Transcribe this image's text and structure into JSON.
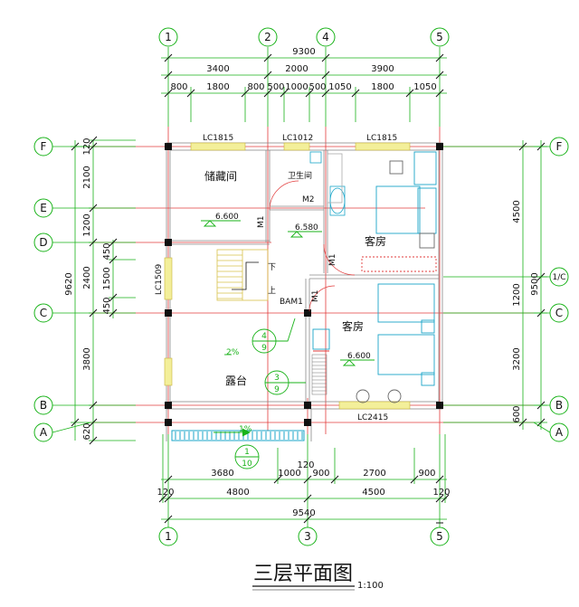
{
  "drawing": {
    "title": "三层平面图",
    "scale": "1:100"
  },
  "axes": {
    "top": [
      "1",
      "2",
      "4",
      "5"
    ],
    "bottom": [
      "1",
      "3",
      "5"
    ],
    "left": [
      "F",
      "E",
      "D",
      "C",
      "B",
      "A"
    ],
    "right": [
      "F",
      "1/C",
      "C",
      "B",
      "A"
    ]
  },
  "dimensions": {
    "top_total": "9300",
    "top_mid": [
      "3400",
      "2000",
      "3900"
    ],
    "top_detail": [
      "800",
      "1800",
      "800",
      "500",
      "1000",
      "500",
      "1050",
      "1800",
      "1050"
    ],
    "bottom_detail": [
      "3680",
      "1000",
      "900",
      "2700",
      "900"
    ],
    "bottom_mid": [
      "120",
      "4800",
      "4500",
      "120"
    ],
    "bottom_total": "9540",
    "bottom_small": "120",
    "left_detail": [
      "120",
      "2100",
      "1200",
      "450",
      "1500",
      "450",
      "3800",
      "620"
    ],
    "left_mid": [
      "2400"
    ],
    "left_total": "9620",
    "right_detail": [
      "4500",
      "1200",
      "3200",
      "600"
    ],
    "right_total": "9500"
  },
  "rooms": {
    "storage": "储藏间",
    "wc": "卫生间",
    "guest_1": "客房",
    "guest_2": "客房",
    "terrace": "露台"
  },
  "windows": {
    "w1": "LC1815",
    "w2": "LC1012",
    "w3": "LC1815",
    "w4": "LC1509",
    "w5": "LC2415"
  },
  "doors": {
    "m1a": "M1",
    "m1b": "M1",
    "m1c": "M1",
    "m2": "M2",
    "bam": "BAM1"
  },
  "levels": {
    "l1": "6.600",
    "l2": "6.580",
    "l3": "6.600"
  },
  "stairs": {
    "down": "下",
    "up": "上"
  },
  "slopes": {
    "s1": "2%",
    "s2": "1%"
  },
  "details": {
    "d1_top": "4",
    "d1_bottom": "9",
    "d2_top": "3",
    "d2_bottom": "9",
    "d3_top": "1",
    "d3_bottom": "10"
  }
}
